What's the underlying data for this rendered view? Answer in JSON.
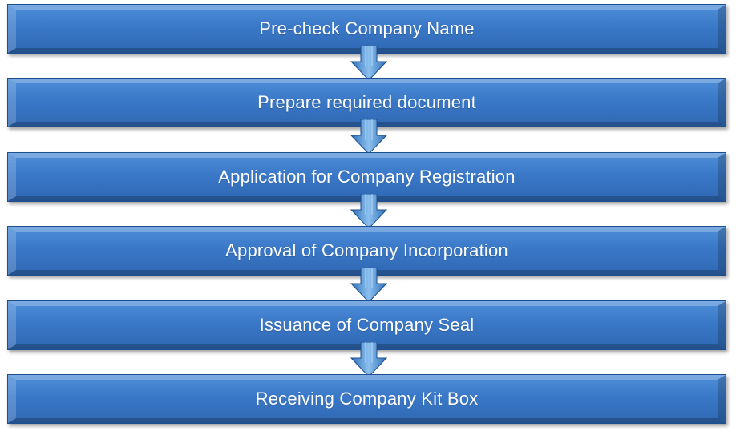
{
  "steps": [
    {
      "label": "Pre-check Company Name"
    },
    {
      "label": "Prepare required document"
    },
    {
      "label": "Application for Company Registration"
    },
    {
      "label": "Approval of Company Incorporation"
    },
    {
      "label": "Issuance of Company Seal"
    },
    {
      "label": "Receiving Company Kit Box"
    }
  ],
  "colors": {
    "box_fill": "#3a78c8",
    "box_border": "#1d4f8e",
    "arrow_fill": "#5c9bd9",
    "text": "#ffffff"
  },
  "icons": {
    "connector": "down-arrow-icon"
  }
}
